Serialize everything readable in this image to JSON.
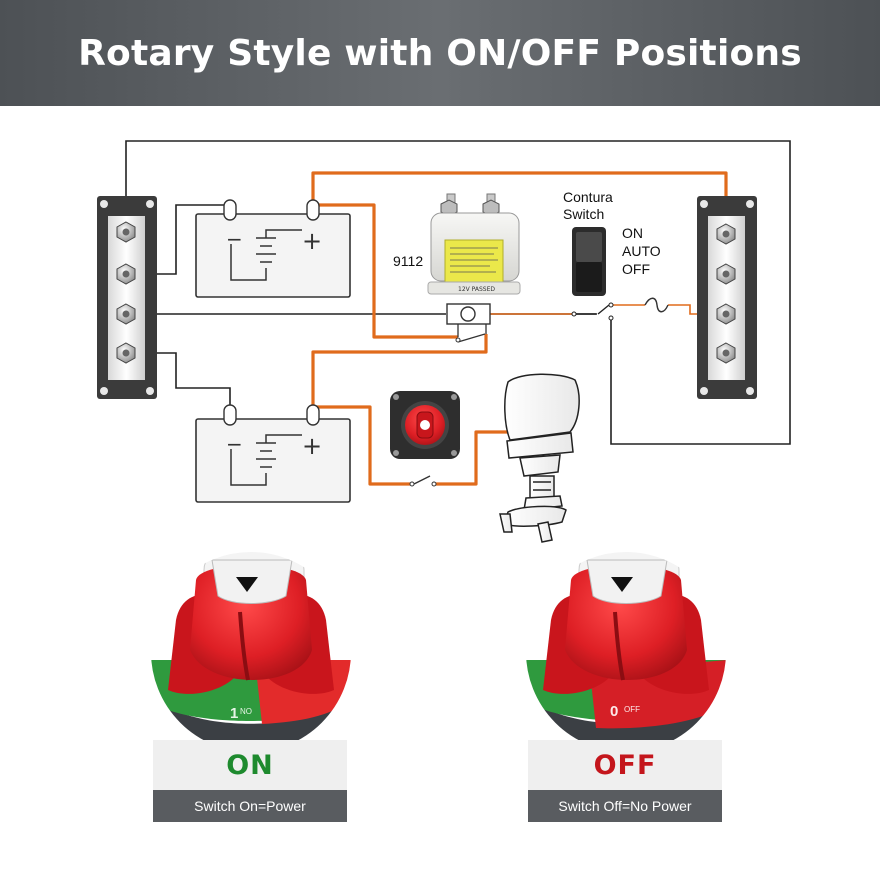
{
  "title": "Rotary Style with ON/OFF Positions",
  "diagram": {
    "relay_label": "9112",
    "relay_small_text": "12V PASSED",
    "switch_title_line1": "Contura",
    "switch_title_line2": "Switch",
    "switch_positions": [
      "ON",
      "AUTO",
      "OFF"
    ],
    "battery_minus": "−",
    "battery_plus": "+"
  },
  "knobs": {
    "on_digit": "1",
    "on_word": "NO",
    "off_digit": "0",
    "off_word": "OFF"
  },
  "states": [
    {
      "label": "ON",
      "caption": "Switch On=Power",
      "color": "#1e8a2e"
    },
    {
      "label": "OFF",
      "caption": "Switch Off=No Power",
      "color": "#c4161c"
    }
  ],
  "colors": {
    "wire_orange": "#e06b1c",
    "wire_black": "#222222",
    "knob_red": "#d91f26",
    "knob_green": "#2f8f3a"
  }
}
